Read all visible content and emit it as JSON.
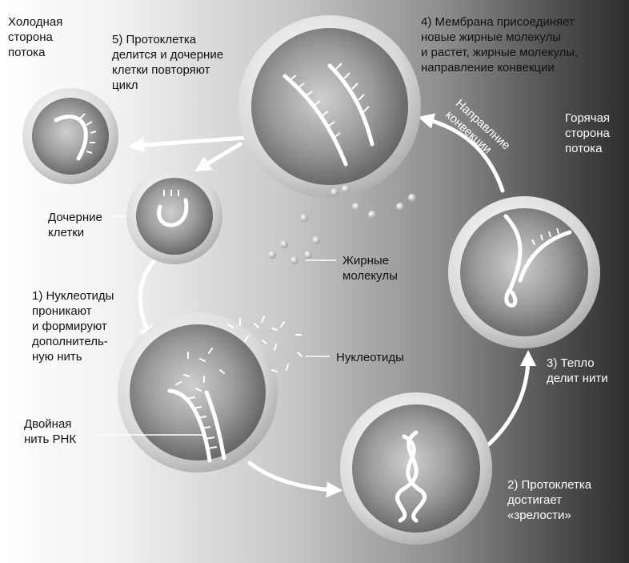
{
  "labels": {
    "cold_side": "Холодная\nсторона\nпотока",
    "step5": "5) Протоклетка\nделится и дочерние\nклетки повторяют\nцикл",
    "step4": "4) Мембрана присоединяет\nновые жирные молекулы\nи растет, жирные молекулы,\nнаправление конвекции",
    "convection_direction": "Направлние\nконвекции",
    "hot_side": "Горячая\nсторона\nпотока",
    "daughter_cells": "Дочерние\nклетки",
    "fat_molecules": "Жирные\nмолекулы",
    "step1": "1) Нуклеотиды\nпроникают\nи формируют\nдополнитель-\nную нить",
    "nucleotides": "Нуклеотиды",
    "double_rna": "Двойная\nнить РНК",
    "step3": "3) Тепло\nделит нити",
    "step2": "2) Протоклетка\nдостигает\n«зрелости»"
  },
  "colors": {
    "membrane_outer": "#d9d9d9",
    "cell_interior": "#8a8a8a",
    "strand": "#ffffff",
    "arrow": "#ffffff"
  }
}
